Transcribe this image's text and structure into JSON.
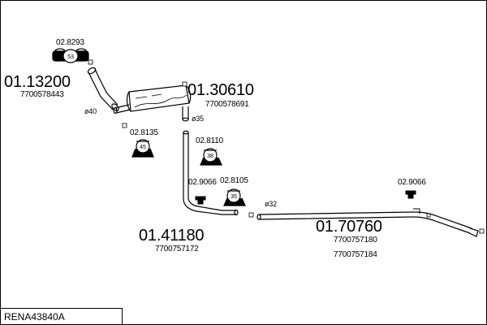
{
  "reference": "RENA43840A",
  "parts": {
    "front_pipe": {
      "number": "01.13200",
      "oem": "7700578443"
    },
    "middle_silencer": {
      "number": "01.30610",
      "oem": "7700578691"
    },
    "intermediate_pipe": {
      "number": "01.41180",
      "oem": "7700757172"
    },
    "rear_pipe": {
      "number": "01.70760",
      "oem": [
        "7700757180",
        "7700757184"
      ]
    }
  },
  "clamps": {
    "gasket_top": "02.8293",
    "clamp_45": "02.8135",
    "clamp_38": "02.8110",
    "hanger_left": "02.9066",
    "clamp_35": "02.8105",
    "hanger_right": "02.9066"
  },
  "clamp_sizes": {
    "gasket_top": "53",
    "clamp_45": "45",
    "clamp_38": "38",
    "clamp_35": "35"
  },
  "diameters": {
    "d40": "ø40",
    "d35": "ø35",
    "d32": "ø32"
  }
}
